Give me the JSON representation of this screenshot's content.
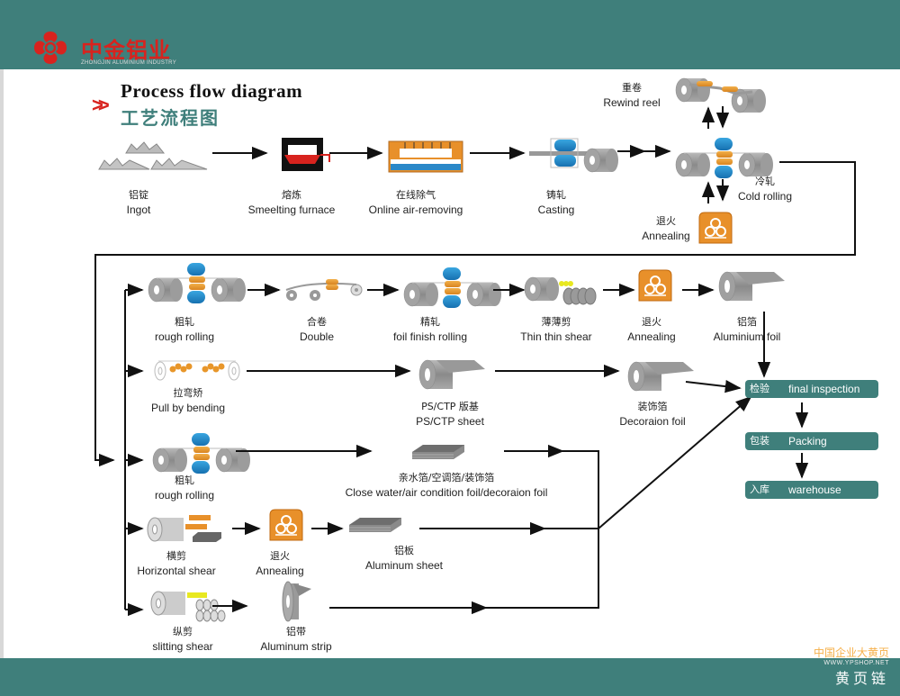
{
  "header": {
    "brand_cn": "中金铝业",
    "brand_en": "ZHONGJIN ALUMINIUM INDUSTRY",
    "title_en": "Process flow diagram",
    "title_cn": "工艺流程图",
    "title_marker": "»"
  },
  "colors": {
    "brand_teal": "#3f7f7b",
    "brand_red": "#d8231e",
    "roller_blue": "#1e88c8",
    "roller_orange": "#e8962a",
    "coil_gray": "#9a9a9a"
  },
  "steps": {
    "ingot": {
      "cn": "铝锭",
      "en": "Ingot"
    },
    "smelting": {
      "cn": "熔炼",
      "en": "Smeelting furnace"
    },
    "air_removing": {
      "cn": "在线除气",
      "en": "Online air-removing"
    },
    "casting": {
      "cn": "铸轧",
      "en": "Casting"
    },
    "rewind": {
      "cn": "重卷",
      "en": "Rewind reel"
    },
    "cold_rolling": {
      "cn": "冷轧",
      "en": "Cold rolling"
    },
    "annealing_top": {
      "cn": "退火",
      "en": "Annealing"
    },
    "rough_rolling_1": {
      "cn": "粗轧",
      "en": "rough rolling"
    },
    "double": {
      "cn": "合卷",
      "en": "Double"
    },
    "finish_rolling": {
      "cn": "精轧",
      "en": "foil finish rolling"
    },
    "thin_shear": {
      "cn": "薄薄剪",
      "en": "Thin thin shear"
    },
    "annealing_row1": {
      "cn": "退火",
      "en": "Annealing"
    },
    "aluminium_foil": {
      "cn": "铝箔",
      "en": "Aluminium foil"
    },
    "pull_bending": {
      "cn": "拉弯矫",
      "en": "Pull by bending"
    },
    "ps_ctp": {
      "cn": "PS/CTP 版基",
      "en": "PS/CTP sheet"
    },
    "decoration_foil": {
      "cn": "装饰箔",
      "en": "Decoraion foil"
    },
    "rough_rolling_2": {
      "cn": "粗轧",
      "en": "rough rolling"
    },
    "special_foils": {
      "cn": "亲水箔/空调箔/装饰箔",
      "en": "Close water/air condition foil/decoraion foil"
    },
    "horizontal_shear": {
      "cn": "横剪",
      "en": "Horizontal shear"
    },
    "annealing_row4": {
      "cn": "退火",
      "en": "Annealing"
    },
    "aluminum_sheet": {
      "cn": "铝板",
      "en": "Aluminum sheet"
    },
    "slitting_shear": {
      "cn": "纵剪",
      "en": "slitting shear"
    },
    "aluminum_strip": {
      "cn": "铝带",
      "en": "Aluminum strip"
    }
  },
  "final_stages": [
    {
      "cn": "检验",
      "en": "final inspection"
    },
    {
      "cn": "包装",
      "en": "Packing"
    },
    {
      "cn": "入库",
      "en": "warehouse"
    }
  ],
  "watermark": {
    "line1": "中国企业大黄页",
    "line2": "WWW.YPSHOP.NET",
    "line3": "黄页链"
  }
}
